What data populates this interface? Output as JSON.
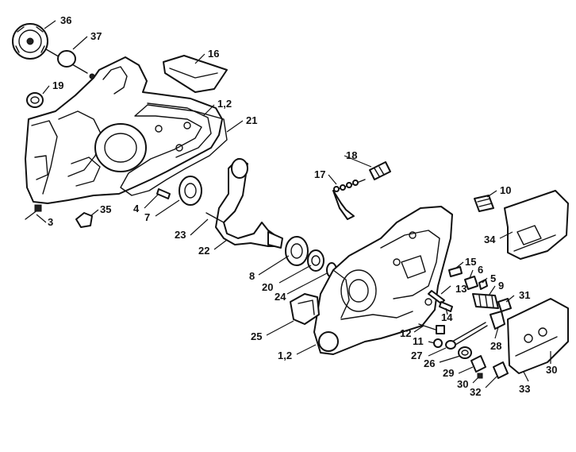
{
  "callouts": [
    {
      "id": "c36",
      "text": "36"
    },
    {
      "id": "c37",
      "text": "37"
    },
    {
      "id": "c16",
      "text": "16"
    },
    {
      "id": "c19",
      "text": "19"
    },
    {
      "id": "c12a",
      "text": "1,2"
    },
    {
      "id": "c21",
      "text": "21"
    },
    {
      "id": "c18",
      "text": "18"
    },
    {
      "id": "c17",
      "text": "17"
    },
    {
      "id": "c10",
      "text": "10"
    },
    {
      "id": "c4",
      "text": "4"
    },
    {
      "id": "c7",
      "text": "7"
    },
    {
      "id": "c3",
      "text": "3"
    },
    {
      "id": "c35",
      "text": "35"
    },
    {
      "id": "c23",
      "text": "23"
    },
    {
      "id": "c22",
      "text": "22"
    },
    {
      "id": "c34",
      "text": "34"
    },
    {
      "id": "c15",
      "text": "15"
    },
    {
      "id": "c6",
      "text": "6"
    },
    {
      "id": "c5",
      "text": "5"
    },
    {
      "id": "c9",
      "text": "9"
    },
    {
      "id": "c13",
      "text": "13"
    },
    {
      "id": "c31",
      "text": "31"
    },
    {
      "id": "c8",
      "text": "8"
    },
    {
      "id": "c20",
      "text": "20"
    },
    {
      "id": "c24",
      "text": "24"
    },
    {
      "id": "c14",
      "text": "14"
    },
    {
      "id": "c25",
      "text": "25"
    },
    {
      "id": "c12",
      "text": "12"
    },
    {
      "id": "c11",
      "text": "11"
    },
    {
      "id": "c28",
      "text": "28"
    },
    {
      "id": "c12b",
      "text": "1,2"
    },
    {
      "id": "c27",
      "text": "27"
    },
    {
      "id": "c26",
      "text": "26"
    },
    {
      "id": "c29",
      "text": "29"
    },
    {
      "id": "c30a",
      "text": "30"
    },
    {
      "id": "c30b",
      "text": "30"
    },
    {
      "id": "c32",
      "text": "32"
    },
    {
      "id": "c33",
      "text": "33"
    }
  ]
}
